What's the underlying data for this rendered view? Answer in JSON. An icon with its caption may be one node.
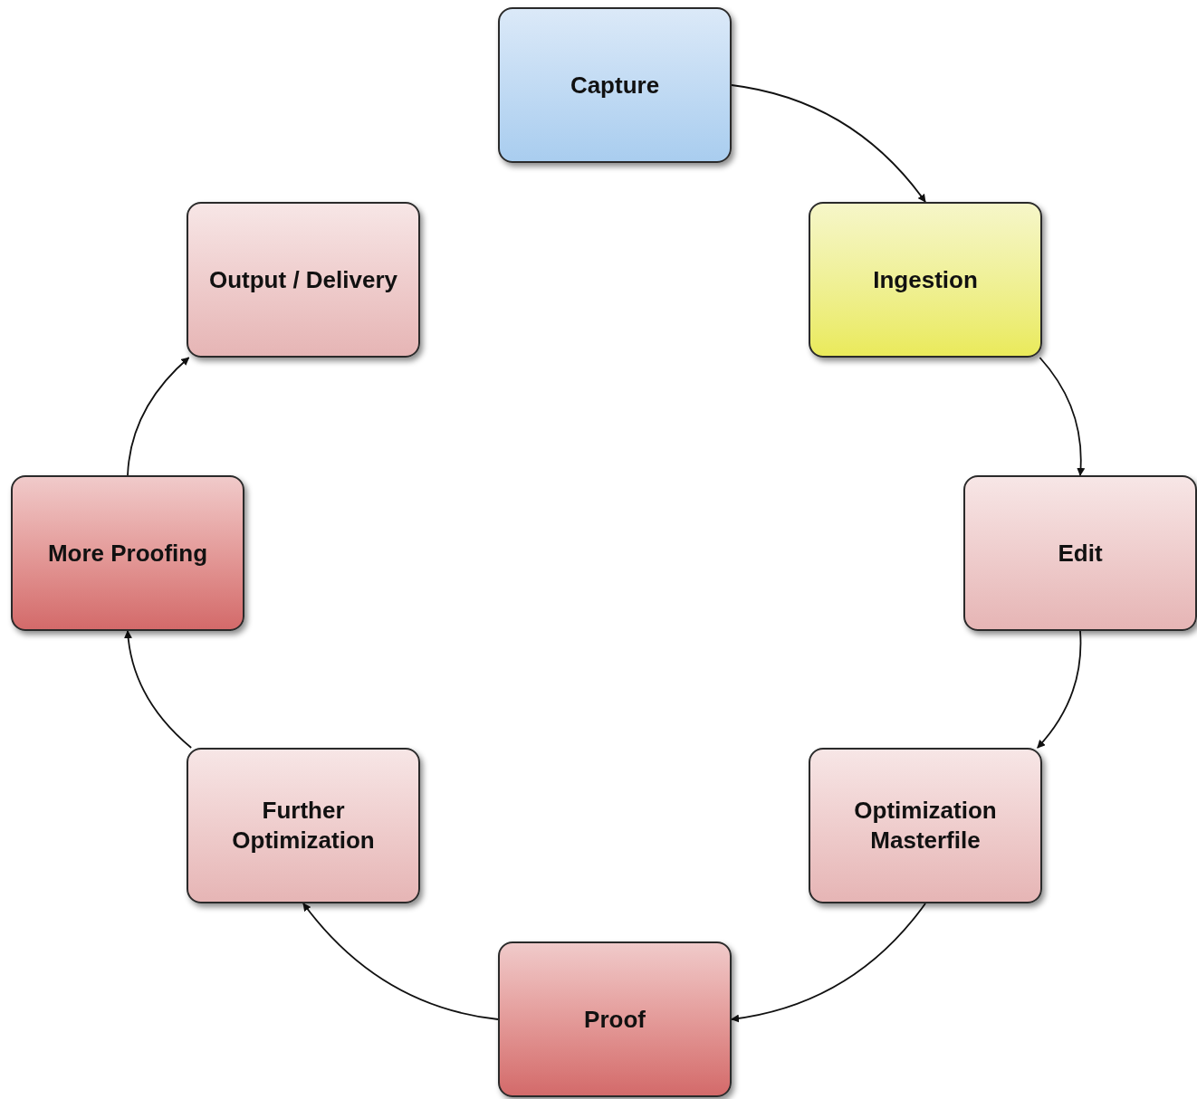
{
  "diagram": {
    "nodes": [
      {
        "text": [
          "Capture"
        ]
      },
      {
        "text": [
          "Ingestion"
        ]
      },
      {
        "text": [
          "Edit"
        ]
      },
      {
        "text": [
          "Optimization Masterfile"
        ]
      },
      {
        "text": [
          "Proof"
        ]
      },
      {
        "text": [
          "Further Optimization"
        ]
      },
      {
        "text": [
          "More Proofing"
        ]
      },
      {
        "text": [
          "Output / Delivery"
        ]
      }
    ],
    "edges": [
      {
        "from": 0,
        "to": 1,
        "arrow": "to"
      },
      {
        "from": 1,
        "to": 2,
        "arrow": "to"
      },
      {
        "from": 2,
        "to": 3,
        "arrow": "to"
      },
      {
        "from": 3,
        "to": 4,
        "arrow": "to"
      },
      {
        "from": 4,
        "to": 5,
        "arrow": "to"
      },
      {
        "from": 5,
        "to": 6,
        "arrow": "to"
      },
      {
        "from": 6,
        "to": 7,
        "arrow": "to"
      }
    ]
  }
}
